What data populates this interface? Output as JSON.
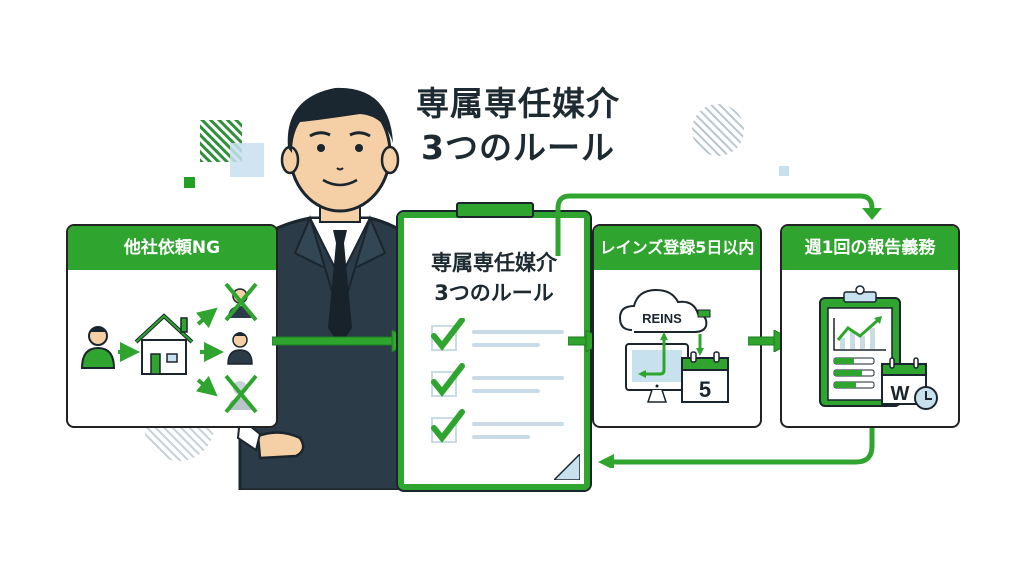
{
  "title": {
    "line1": "専属専任媒介",
    "line2": "3つのルール"
  },
  "clipboard": {
    "line1": "専属専任媒介",
    "line2": "3つのルール",
    "checklist_count": 3
  },
  "cards": [
    {
      "heading": "他社依頼NG",
      "icons": [
        "person-icon",
        "house-icon",
        "agent-crossed-icon",
        "agent-icon",
        "agent-crossed-icon"
      ]
    },
    {
      "heading": "レインズ登録5日以内",
      "cloud_label": "REINS",
      "calendar_value": "5",
      "icons": [
        "cloud-icon",
        "monitor-icon",
        "calendar-icon"
      ]
    },
    {
      "heading": "週1回の報告義務",
      "calendar_value": "W",
      "icons": [
        "clipboard-chart-icon",
        "calendar-icon",
        "clock-icon"
      ]
    }
  ],
  "colors": {
    "green": "#2fa52f",
    "dark_green": "#1e7d1e",
    "navy_suit": "#2b3b47",
    "light_blue": "#c9e0ec",
    "skin": "#f5cfa6",
    "text": "#1d2a31"
  }
}
